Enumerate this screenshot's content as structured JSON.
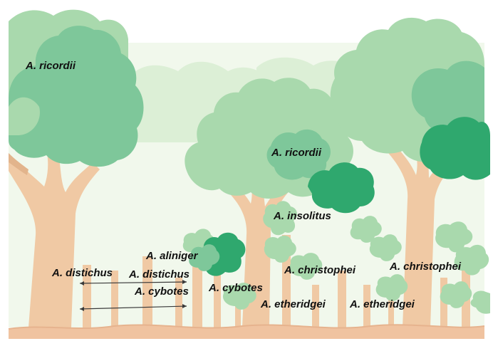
{
  "labels": {
    "ricordii_left": "A. ricordii",
    "ricordii_mid": "A. ricordii",
    "insolitus": "A. insolitus",
    "aliniger": "A. aliniger",
    "distichus_left": "A. distichus",
    "distichus_mid": "A. distichus",
    "cybotes_left": "A. cybotes",
    "cybotes_mid": "A. cybotes",
    "christophei_mid": "A. christophei",
    "christophei_right": "A. christophei",
    "etheridgei_left": "A. etheridgei",
    "etheridgei_right": "A. etheridgei"
  },
  "colors": {
    "sky": "#f1f8ec",
    "background_canopy": "#dcefd6",
    "canopy_light": "#a9d9ad",
    "canopy_mid": "#7ec79a",
    "canopy_dark": "#2fa86e",
    "trunk": "#f0c9a4",
    "trunk_shade": "#e2b48c",
    "ground": "#f0c3a0",
    "ground_line": "#e6b38e"
  }
}
